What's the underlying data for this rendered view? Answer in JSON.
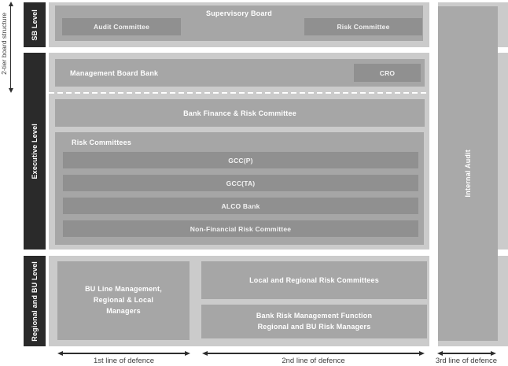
{
  "title_rail": {
    "label": "2-tier board structure"
  },
  "sidebar": {
    "sb": "SB Level",
    "executive": "Executive Level",
    "regional": "Regional and BU Level"
  },
  "sb_level": {
    "board": "Supervisory Board",
    "audit_committee": "Audit Committee",
    "risk_committee": "Risk Committee"
  },
  "executive_level": {
    "management_board": "Management Board Bank",
    "cro": "CRO",
    "finance_risk": "Bank Finance & Risk Committee",
    "risk_committees_title": "Risk Committees",
    "risk_committees": [
      "GCC(P)",
      "GCC(TA)",
      "ALCO Bank",
      "Non-Financial Risk Committee"
    ]
  },
  "regional_level": {
    "bu_line": "BU Line Management,\nRegional & Local\nManagers",
    "local_committees": "Local and Regional Risk Committees",
    "bank_risk_function": "Bank Risk Management Function\nRegional and BU Risk Managers"
  },
  "internal_audit": {
    "label": "Internal Audit"
  },
  "defence_lines": {
    "first": "1st line of defence",
    "second": "2nd line of defence",
    "third": "3rd line of defence"
  },
  "colors": {
    "band": "#cbcbcb",
    "box_medium": "#a6a6a6",
    "box_dark": "#909090",
    "sidebar_bar": "#2a2a2a",
    "arrow": "#2e2e2e",
    "outside_text": "#3e3e3e",
    "box_text": "#ffffff"
  }
}
